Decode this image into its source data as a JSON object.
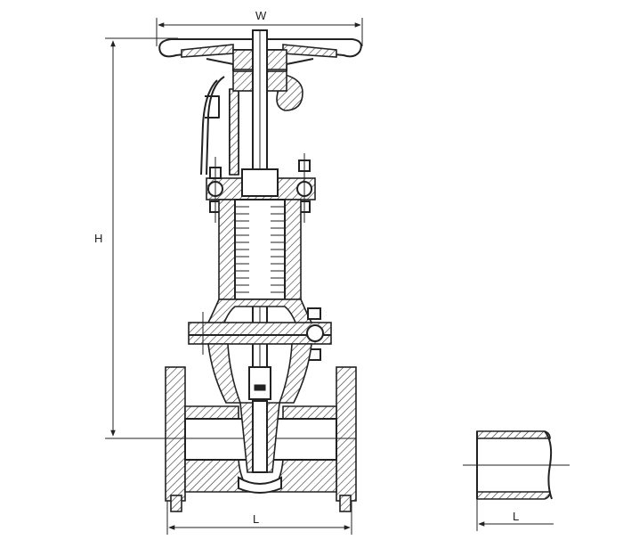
{
  "drawing": {
    "dimensions": {
      "width_label": "W",
      "height_label": "H",
      "length_label": "L",
      "detail_length_label": "L"
    }
  }
}
